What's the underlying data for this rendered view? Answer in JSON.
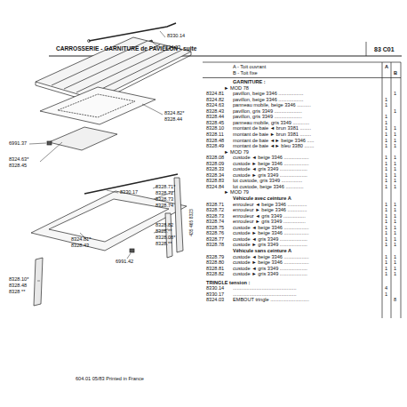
{
  "diagram": {
    "title": "CARROSSERIE - GARNITURE de PAVILLON - suite",
    "labels": [
      "83 C01",
      "A - Toit ouvrant",
      "A",
      "B - Toit fixe",
      "B",
      "GARNITURE :",
      "► MOD 78",
      "8324.81",
      "pavillon, beige 3346 ..................",
      "1",
      "8324.82",
      "pavillon, beige 3346 ..................",
      "1",
      "8324.63",
      "panneau mobile, beige 3346 ..........",
      "1",
      "8328.43",
      "pavillon, gris 3349 ....................",
      "1",
      "8328.44",
      "pavillon, gris 3349 ....................",
      "1",
      "8328.45",
      "panneau mobile, gris 3349 ............",
      "1",
      "8328.10",
      "montant de baie ◄ brun 3381 ........",
      "1",
      "1",
      "8328.11",
      "montant de baie ► brun 3381 ........",
      "1",
      "1",
      "8328.48",
      "montant de baie ◄► beige 3346 .....",
      "1",
      "1",
      "8328.49",
      "montant de baie ◄► bleu 3380 .......",
      "1",
      "1",
      "► MOD 79",
      "8328.08",
      "custode ◄ beige 3346 ..................",
      "1",
      "1",
      "8328.09",
      "custode ► beige 3346 ..................",
      "1",
      "1",
      "8328.33",
      "custode ◄ gris 3349 ....................",
      "1",
      "1",
      "8328.34",
      "custode ► gris 3349 ....................",
      "1",
      "1",
      "8328.83",
      "lot custode, gris 3349 ...............",
      "1",
      "1",
      "8324.84",
      "lot custode, beige 3346 .............",
      "1",
      "1",
      "► MOD 79",
      "Véhicule avec ceinture A",
      "8328.71",
      "enrouleur ◄ beige 3346 ..............",
      "1",
      "1",
      "8328.72",
      "enrouleur ► beige 3346 ..............",
      "1",
      "1",
      "8328.73",
      "enrouleur ◄ gris 3349 ................",
      "1",
      "1",
      "8328.74",
      "enrouleur ► gris 3349 ................",
      "1",
      "1",
      "8328.75",
      "custode ◄ beige 3346 ..................",
      "1",
      "1",
      "8328.76",
      "custode ► beige 3346 ..................",
      "1",
      "1",
      "8328.77",
      "custode ◄ gris 3349 ....................",
      "1",
      "1",
      "8328.78",
      "custode ► gris 3349 ....................",
      "1",
      "1",
      "Véhicule sans ceinture A",
      "8328.79",
      "custode ◄ beige 3346 ..................",
      "1",
      "1",
      "8328.80",
      "custode ► beige 3346 ..................",
      "1",
      "1",
      "8328.81",
      "custode ◄ gris 3349 ....................",
      "1",
      "1",
      "8328.82",
      "custode ► gris 3349 ....................",
      "1",
      "1",
      "TRINGLE tension :",
      "8330.14",
      "..............................................",
      "4",
      "8330.17",
      "..............................................",
      "1",
      "8324.03",
      "EMBOUT tringle ............................",
      "8",
      "8330.14",
      "8324.03",
      "8324.82*",
      "8328.44",
      "6991.37",
      "8324.63*",
      "8328.45",
      "8330.17",
      "8328.71*",
      "8328.72",
      "8328.73",
      "8328.74",
      "8324.81*",
      "8328.43",
      "8328.82",
      "8328.**",
      "8328.08*",
      "8328.**",
      "6991.42",
      "8328.10*",
      "8328.48",
      "8328 **",
      "604.01  05/83  Printed in France",
      "435 465 8323"
    ]
  }
}
